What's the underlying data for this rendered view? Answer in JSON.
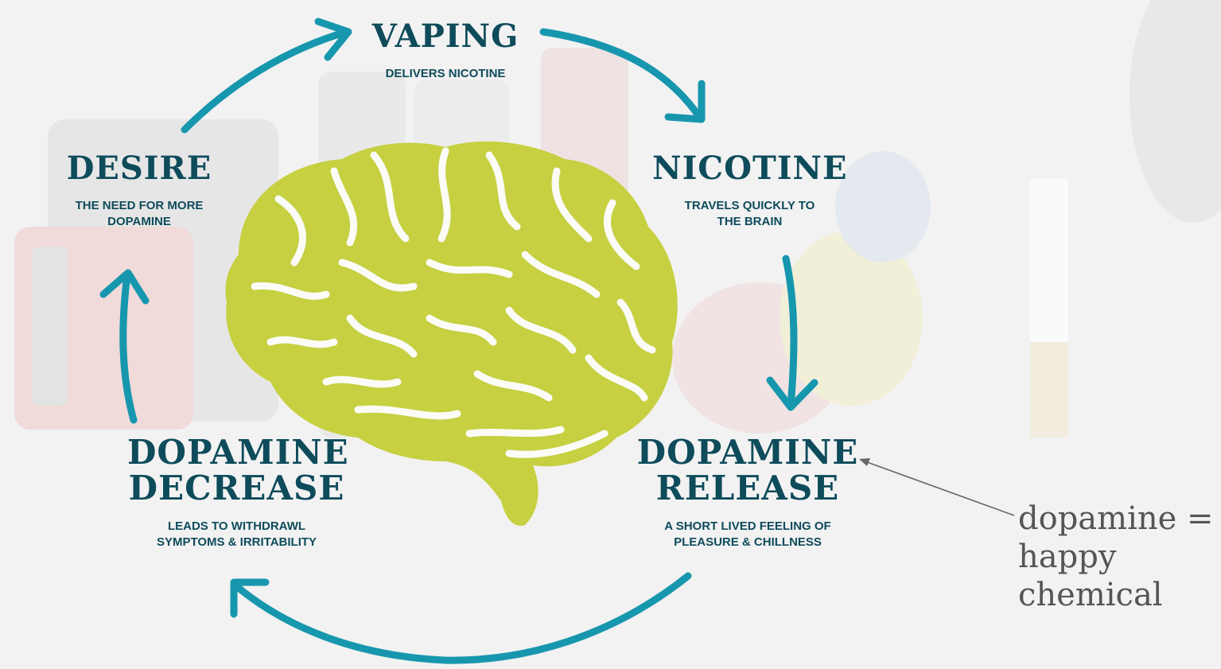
{
  "colors": {
    "arrow": "#1797ae",
    "title_text": "#0e4b5b",
    "brain": "#c6d040",
    "brain_grooves": "#fbfbf7",
    "annotation_text": "#555555",
    "annotation_arrow": "#666666"
  },
  "icons": [
    "brain-icon",
    "cycle-arrow-icon"
  ],
  "stages": {
    "vaping": {
      "title": "VAPING",
      "desc1": "DELIVERS NICOTINE"
    },
    "nicotine": {
      "title": "NICOTINE",
      "desc1": "TRAVELS QUICKLY TO",
      "desc2": "THE BRAIN"
    },
    "dopamine_release": {
      "title1": "DOPAMINE",
      "title2": "RELEASE",
      "desc1": "A SHORT LIVED FEELING OF",
      "desc2": "PLEASURE & CHILLNESS"
    },
    "dopamine_decrease": {
      "title1": "DOPAMINE",
      "title2": "DECREASE",
      "desc1": "LEADS TO WITHDRAWL",
      "desc2": "SYMPTOMS & IRRITABILITY"
    },
    "desire": {
      "title": "DESIRE",
      "desc1": "THE NEED FOR MORE",
      "desc2": "DOPAMINE"
    }
  },
  "annotation": {
    "text": "dopamine = happy chemical"
  }
}
